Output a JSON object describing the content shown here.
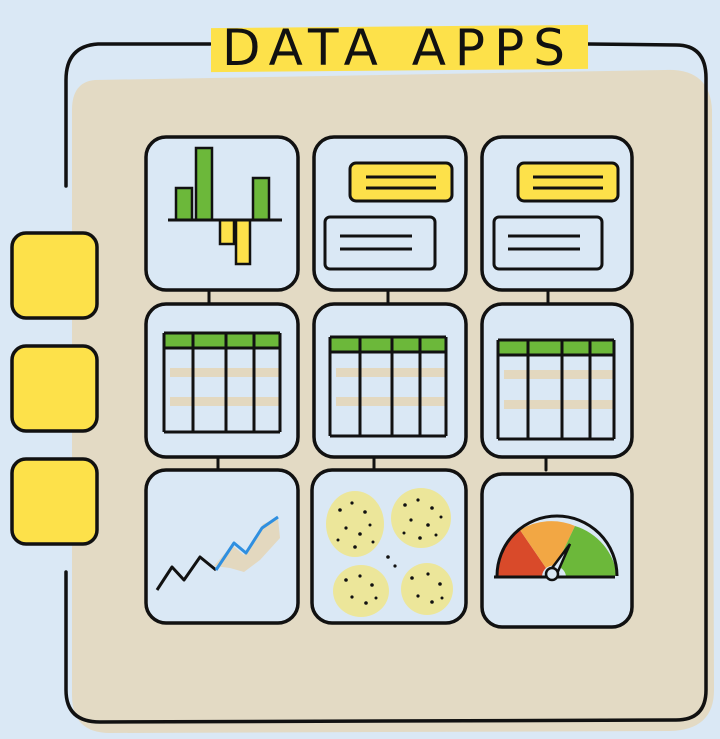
{
  "title": "DATA APPS",
  "colors": {
    "background": "#dae8f5",
    "highlight": "#fde14a",
    "tile_fill": "#fde14a",
    "green": "#6cb83a",
    "ink": "#111111",
    "shadow": "#e3d8bf",
    "line_blue": "#2f8fe0",
    "blob": "#ece69a"
  },
  "side_tiles": [
    {
      "name": "side-tile-1"
    },
    {
      "name": "side-tile-2"
    },
    {
      "name": "side-tile-3"
    }
  ],
  "grid": [
    {
      "row": 1,
      "col": 1,
      "content": "bar-chart-icon"
    },
    {
      "row": 1,
      "col": 2,
      "content": "form-fields-icon"
    },
    {
      "row": 1,
      "col": 3,
      "content": "form-fields-icon"
    },
    {
      "row": 2,
      "col": 1,
      "content": "table-icon"
    },
    {
      "row": 2,
      "col": 2,
      "content": "table-icon"
    },
    {
      "row": 2,
      "col": 3,
      "content": "table-icon"
    },
    {
      "row": 3,
      "col": 1,
      "content": "line-chart-icon"
    },
    {
      "row": 3,
      "col": 2,
      "content": "cluster-blobs-icon"
    },
    {
      "row": 3,
      "col": 3,
      "content": "gauge-icon"
    }
  ]
}
